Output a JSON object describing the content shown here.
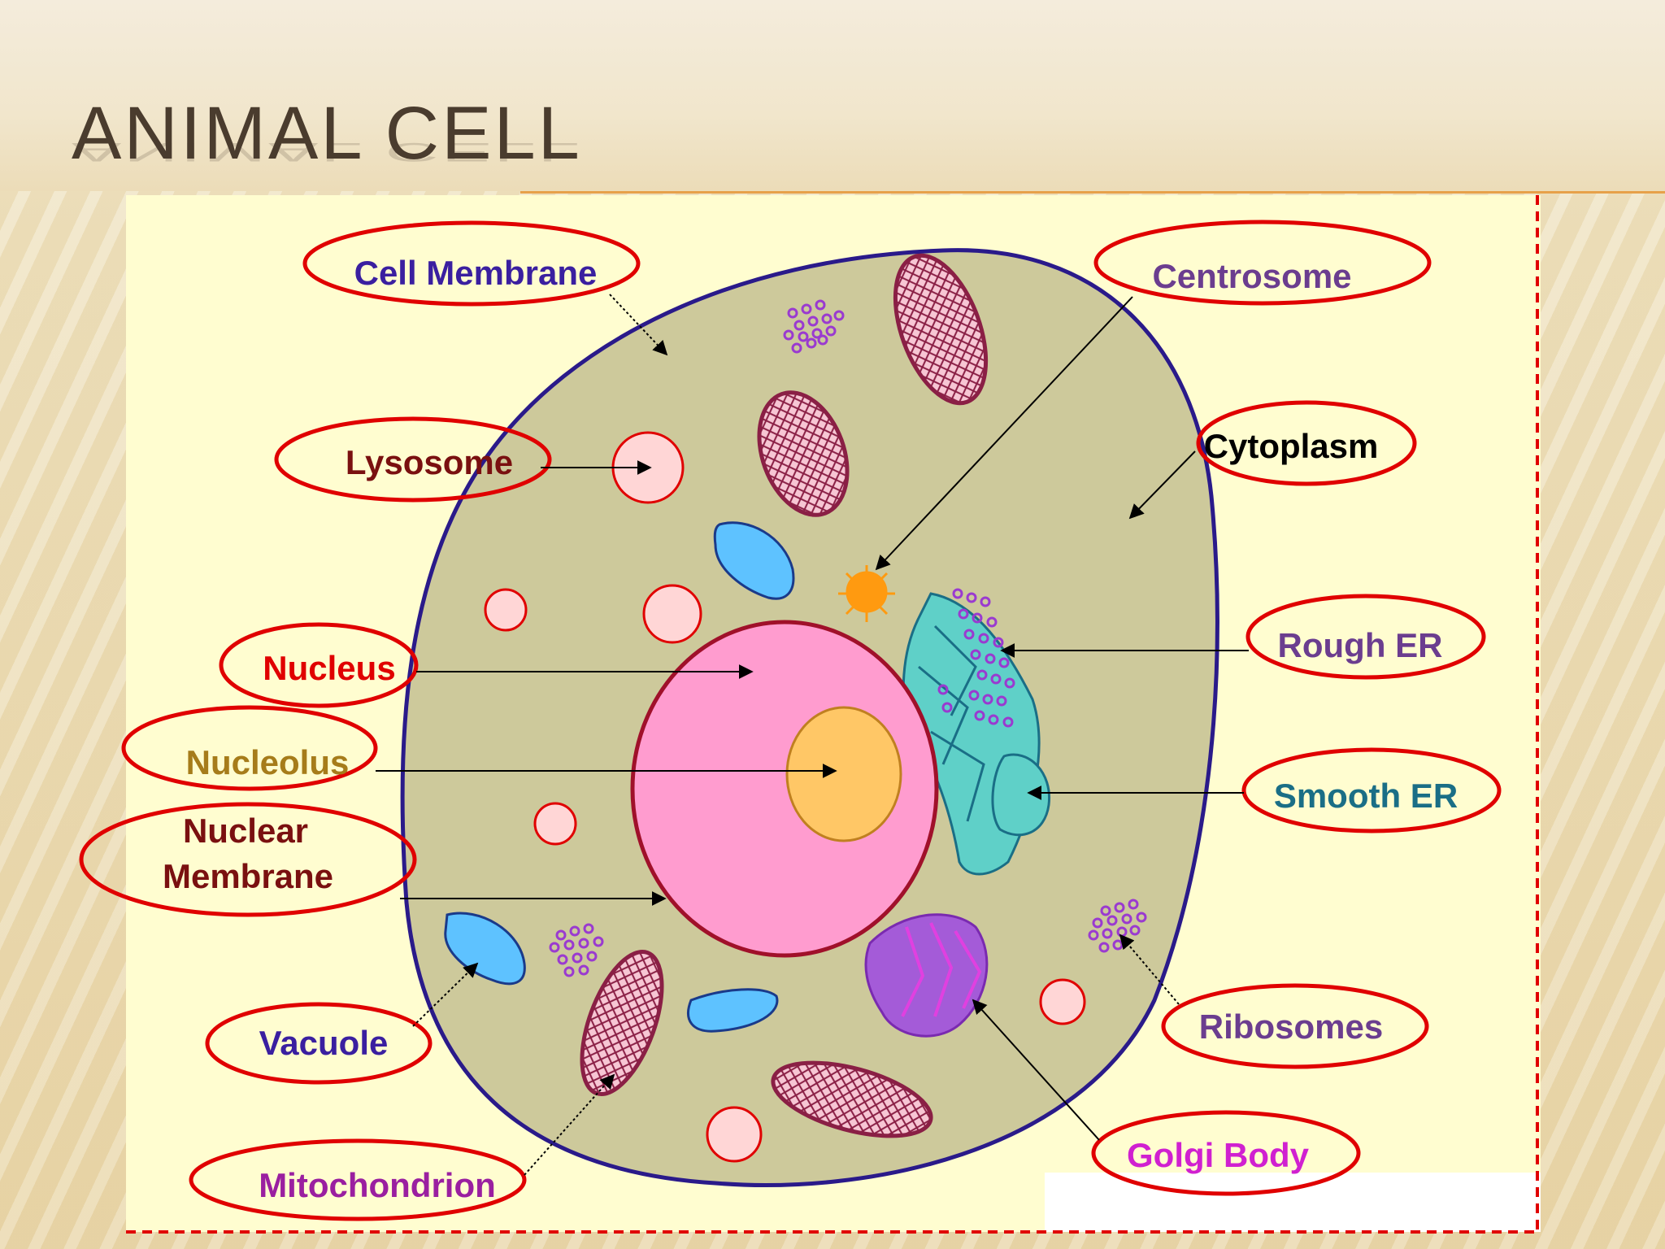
{
  "slide": {
    "title": "ANIMAL CELL"
  },
  "labels": {
    "cell_membrane": "Cell Membrane",
    "centrosome": "Centrosome",
    "lysosome": "Lysosome",
    "cytoplasm": "Cytoplasm",
    "nucleus": "Nucleus",
    "rough_er": "Rough ER",
    "nucleolus": "Nucleolus",
    "smooth_er": "Smooth ER",
    "nuclear_membrane_line1": "Nuclear",
    "nuclear_membrane_line2": "Membrane",
    "vacuole": "Vacuole",
    "ribosomes": "Ribosomes",
    "mitochondrion": "Mitochondrion",
    "golgi_body": "Golgi Body"
  },
  "colors": {
    "title": "#4a3c2e",
    "panel_bg": "#fffdd0",
    "cytoplasm": "#cdc99b",
    "cell_membrane": "#2a1a8a",
    "nucleus": "#ff9ccf",
    "nuclear_membrane": "#a0102a",
    "nucleolus": "#ffc766",
    "label_oval": "#e00000",
    "lysosome": "#ffd6d6",
    "vacuole": "#5ec2ff",
    "mitochondrion": "#c8607e",
    "centrosome": "#ff9a10",
    "er": "#5fd0c8",
    "golgi": "#a45bd8",
    "ribosome": "#9a3ad0"
  }
}
